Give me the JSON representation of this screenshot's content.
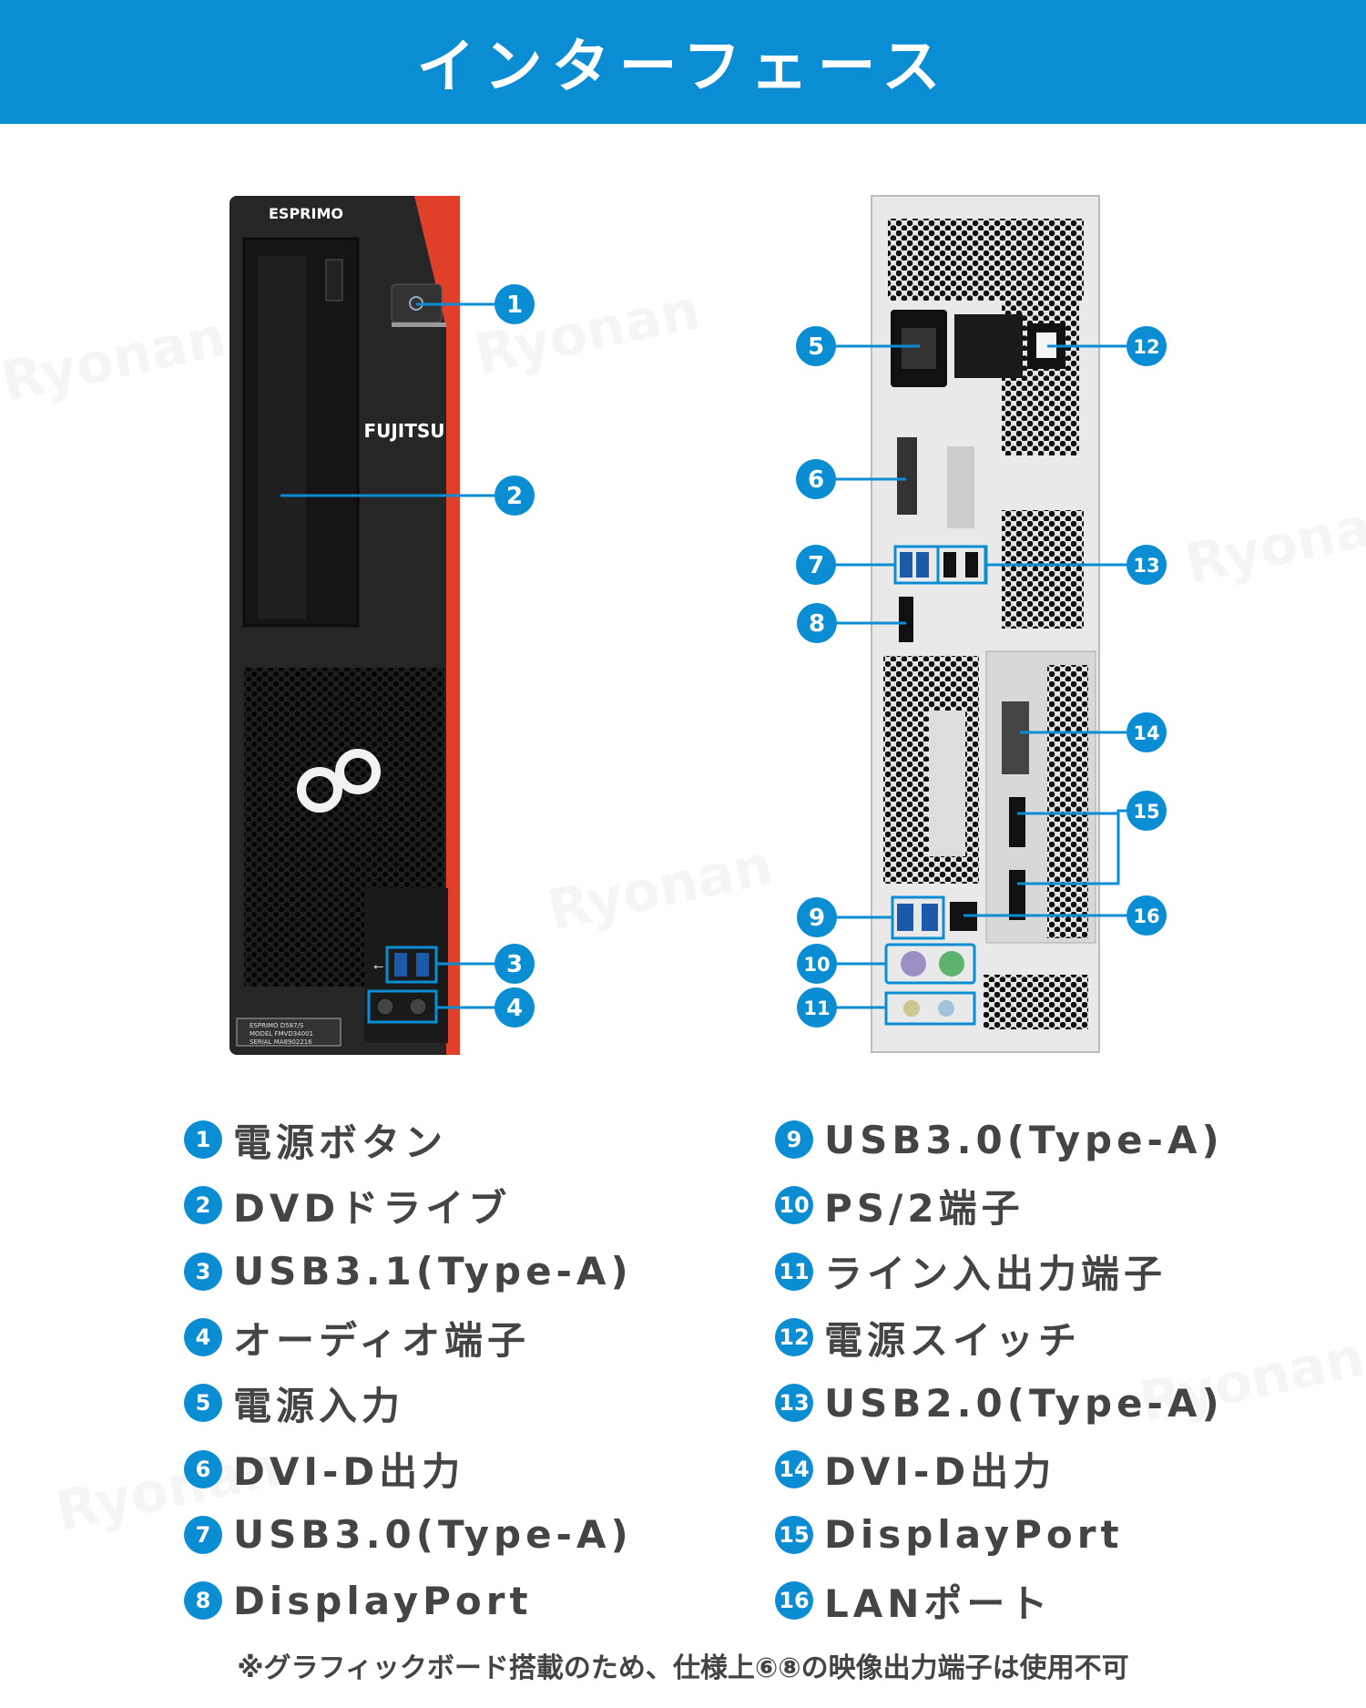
{
  "header": {
    "title": "インターフェース"
  },
  "front": {
    "brand": "ESPRIMO",
    "logo": "FUJITSU",
    "label_lines": [
      "ESPRIMO D587/S",
      "MODEL  FMVD34001",
      "SERIAL  MA8902216"
    ]
  },
  "callouts": [
    "1",
    "2",
    "3",
    "4",
    "5",
    "6",
    "7",
    "8",
    "9",
    "10",
    "11",
    "12",
    "13",
    "14",
    "15",
    "16"
  ],
  "list_left": [
    {
      "num": "1",
      "label": "電源ボタン"
    },
    {
      "num": "2",
      "label": "DVDドライブ"
    },
    {
      "num": "3",
      "label": "USB3.1(Type-A)"
    },
    {
      "num": "4",
      "label": "オーディオ端子"
    },
    {
      "num": "5",
      "label": "電源入力"
    },
    {
      "num": "6",
      "label": "DVI-D出力"
    },
    {
      "num": "7",
      "label": "USB3.0(Type-A)"
    },
    {
      "num": "8",
      "label": "DisplayPort"
    }
  ],
  "list_right": [
    {
      "num": "9",
      "label": "USB3.0(Type-A)"
    },
    {
      "num": "10",
      "label": "PS/2端子"
    },
    {
      "num": "11",
      "label": "ライン入出力端子"
    },
    {
      "num": "12",
      "label": "電源スイッチ"
    },
    {
      "num": "13",
      "label": "USB2.0(Type-A)"
    },
    {
      "num": "14",
      "label": "DVI-D出力"
    },
    {
      "num": "15",
      "label": "DisplayPort"
    },
    {
      "num": "16",
      "label": "LANポート"
    }
  ],
  "footnote": "※グラフィックボード搭載のため、仕様上⑥⑧の映像出力端子は使用不可",
  "watermark": "Ryonan",
  "colors": {
    "accent": "#0a8dd3",
    "case_red": "#e0402a",
    "case_dark": "#262626",
    "text": "#444444"
  }
}
